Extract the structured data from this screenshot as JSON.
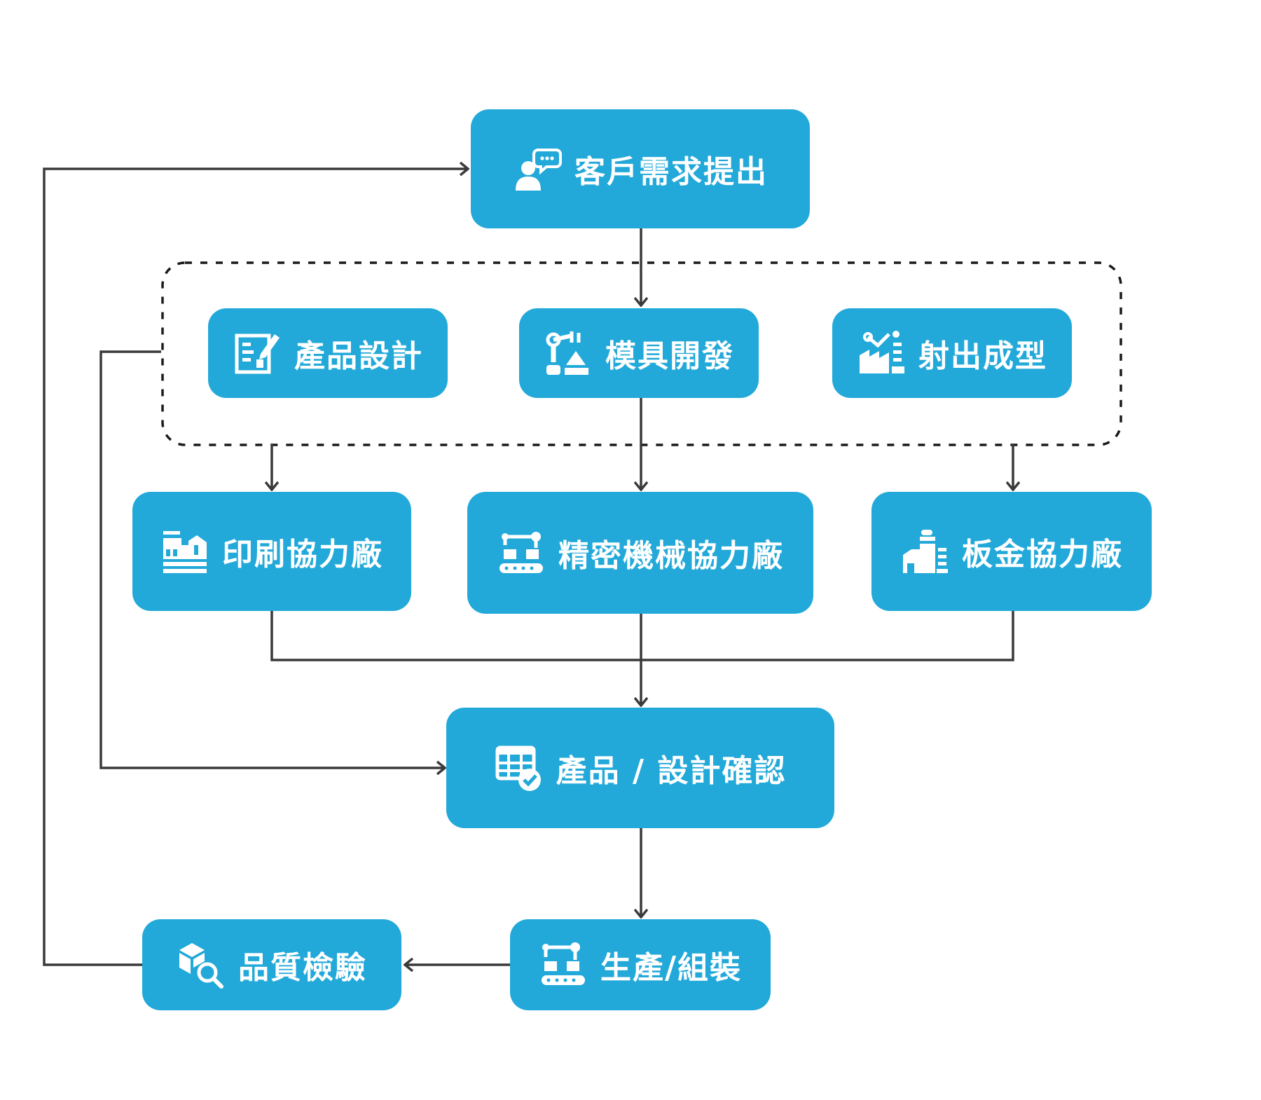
{
  "nodes": {
    "customer_request": {
      "label": "客戶需求提出",
      "icon": "user-chat-icon"
    },
    "product_design": {
      "label": "產品設計",
      "icon": "design-document-icon"
    },
    "mold_development": {
      "label": "模具開發",
      "icon": "robot-arm-icon"
    },
    "injection_molding": {
      "label": "射出成型",
      "icon": "factory-robot-icon"
    },
    "printing_partner": {
      "label": "印刷協力廠",
      "icon": "printer-machine-icon"
    },
    "precision_machinery_partner": {
      "label": "精密機械協力廠",
      "icon": "conveyor-robot-icon"
    },
    "sheet_metal_partner": {
      "label": "板金協力廠",
      "icon": "factory-icon"
    },
    "design_confirmation": {
      "label": "產品 / 設計確認",
      "icon": "table-check-icon"
    },
    "production_assembly": {
      "label": "生產/組裝",
      "icon": "assembly-line-icon"
    },
    "quality_inspection": {
      "label": "品質檢驗",
      "icon": "box-search-icon"
    }
  },
  "colors": {
    "node_fill": "#22a9d9",
    "node_text": "#ffffff",
    "connector": "#3a3a3a",
    "dashed_group": "#1a1a1a"
  }
}
